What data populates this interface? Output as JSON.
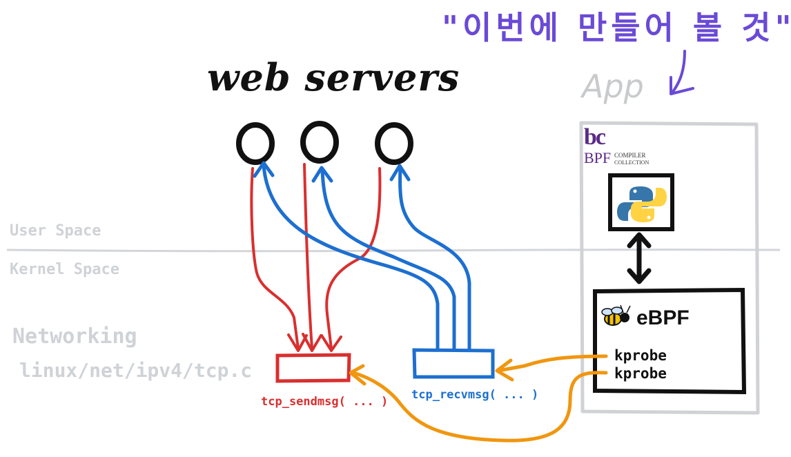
{
  "heading": "\"이번에 만들어 볼 것\"",
  "web_servers_title": "web servers",
  "app_label": "App",
  "user_space_label": "User Space",
  "kernel_space_label": "Kernel Space",
  "networking_label": "Networking",
  "source_path": "linux/net/ipv4/tcp.c",
  "send_function": "tcp_sendmsg( ... )",
  "recv_function": "tcp_recvmsg( ... )",
  "bcc_logo": {
    "letters": "bc",
    "word": "BPF",
    "subtext_1": "COMPILER",
    "subtext_2": "COLLECTION"
  },
  "ebpf_label": "eBPF",
  "kprobes": [
    "kprobe",
    "kprobe"
  ],
  "colors": {
    "accent": "#6a4ad6",
    "send": "#d92f2f",
    "recv": "#1d6fd0",
    "probe": "#f0960f",
    "muted": "#cfd2d6"
  }
}
